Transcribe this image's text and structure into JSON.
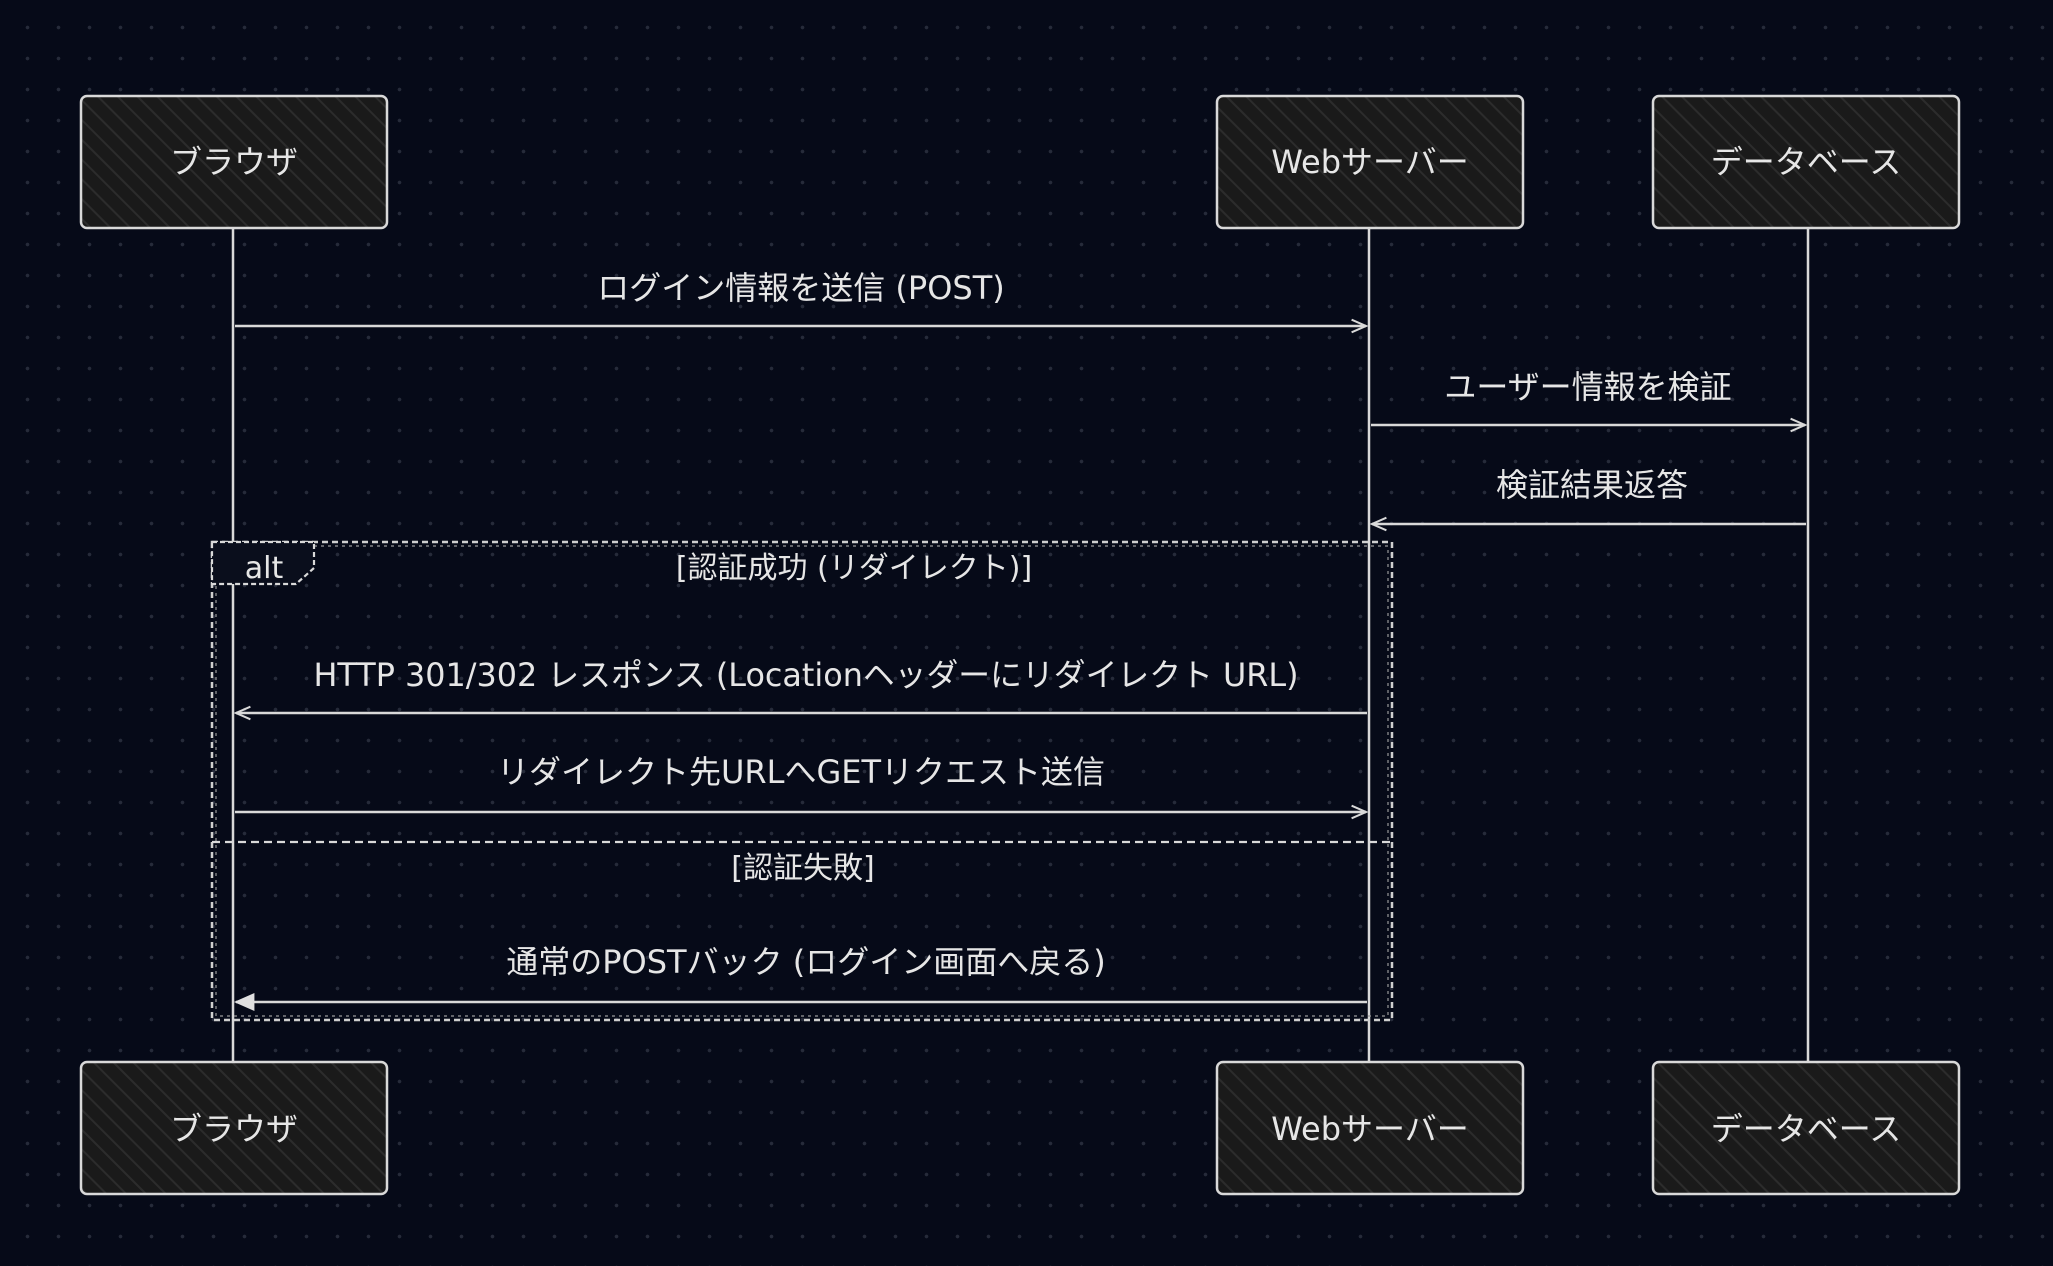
{
  "diagram": {
    "participants": [
      {
        "id": "browser",
        "label": "ブラウザ"
      },
      {
        "id": "server",
        "label": "Webサーバー"
      },
      {
        "id": "db",
        "label": "データベース"
      }
    ],
    "messages": [
      {
        "from": "browser",
        "to": "server",
        "label": "ログイン情報を送信 (POST)"
      },
      {
        "from": "server",
        "to": "db",
        "label": "ユーザー情報を検証"
      },
      {
        "from": "db",
        "to": "server",
        "label": "検証結果返答"
      },
      {
        "from": "server",
        "to": "browser",
        "label": "HTTP 301/302 レスポンス (Locationヘッダーにリダイレクト URL)"
      },
      {
        "from": "browser",
        "to": "server",
        "label": "リダイレクト先URLへGETリクエスト送信"
      },
      {
        "from": "server",
        "to": "browser",
        "label": "通常のPOSTバック (ログイン画面へ戻る)"
      }
    ],
    "alt_frame": {
      "keyword": "alt",
      "sections": [
        {
          "condition": "[認証成功 (リダイレクト)]"
        },
        {
          "condition": "[認証失敗]"
        }
      ]
    }
  },
  "colors": {
    "background": "#060a18",
    "stroke": "#d9d9d9",
    "actor_fill": "#1e1e1e",
    "text": "#e6e6e6"
  }
}
